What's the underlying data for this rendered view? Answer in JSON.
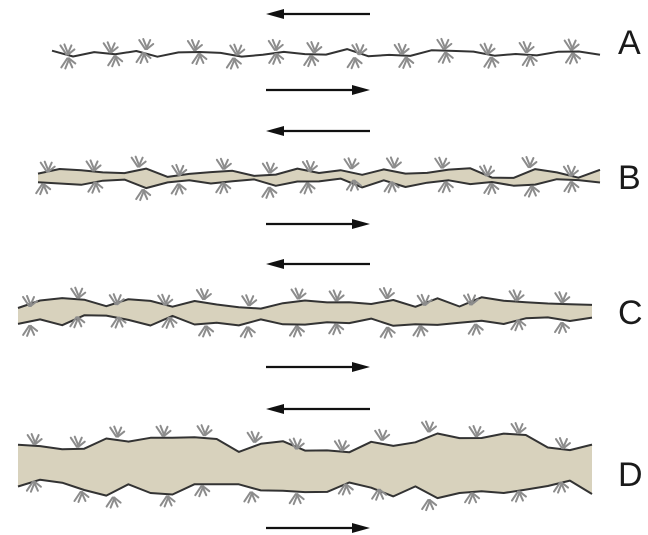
{
  "diagram": {
    "colors": {
      "fill": "#d8d2bd",
      "edge": "#333333",
      "arrow": "#111111",
      "asperity": "#8c8c8c",
      "label": "#1a1a1a"
    },
    "panels": [
      {
        "label": "A"
      },
      {
        "label": "B"
      },
      {
        "label": "C"
      },
      {
        "label": "D"
      }
    ]
  }
}
